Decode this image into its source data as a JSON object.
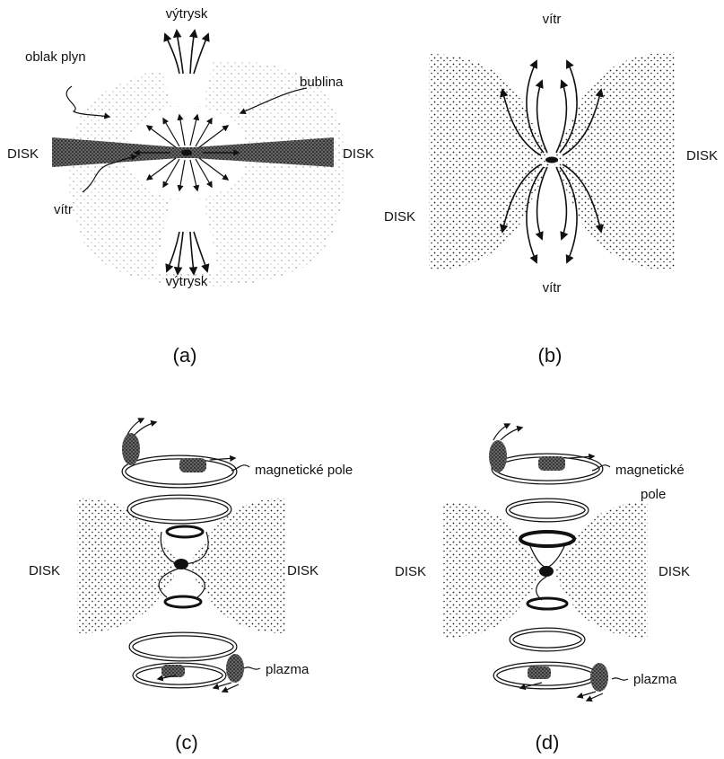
{
  "panel_a": {
    "jet_top": "výtrysk",
    "jet_bottom": "výtrysk",
    "gas_cloud": "oblak plyn",
    "bubble": "bublina",
    "disk_left": "DISK",
    "disk_right": "DISK",
    "wind": "vítr",
    "caption": "(a)"
  },
  "panel_b": {
    "wind_top": "vítr",
    "wind_bottom": "vítr",
    "disk_left": "DISK",
    "disk_right": "DISK",
    "caption": "(b)"
  },
  "panel_c": {
    "magnetic_field": "magnetické pole",
    "disk_left": "DISK",
    "disk_right": "DISK",
    "plasma": "plazma",
    "caption": "(c)"
  },
  "panel_d": {
    "magnetic_field_line1": "magnetické",
    "magnetic_field_line2": "pole",
    "disk_left": "DISK",
    "disk_right": "DISK",
    "plasma": "plazma",
    "caption": "(d)"
  }
}
